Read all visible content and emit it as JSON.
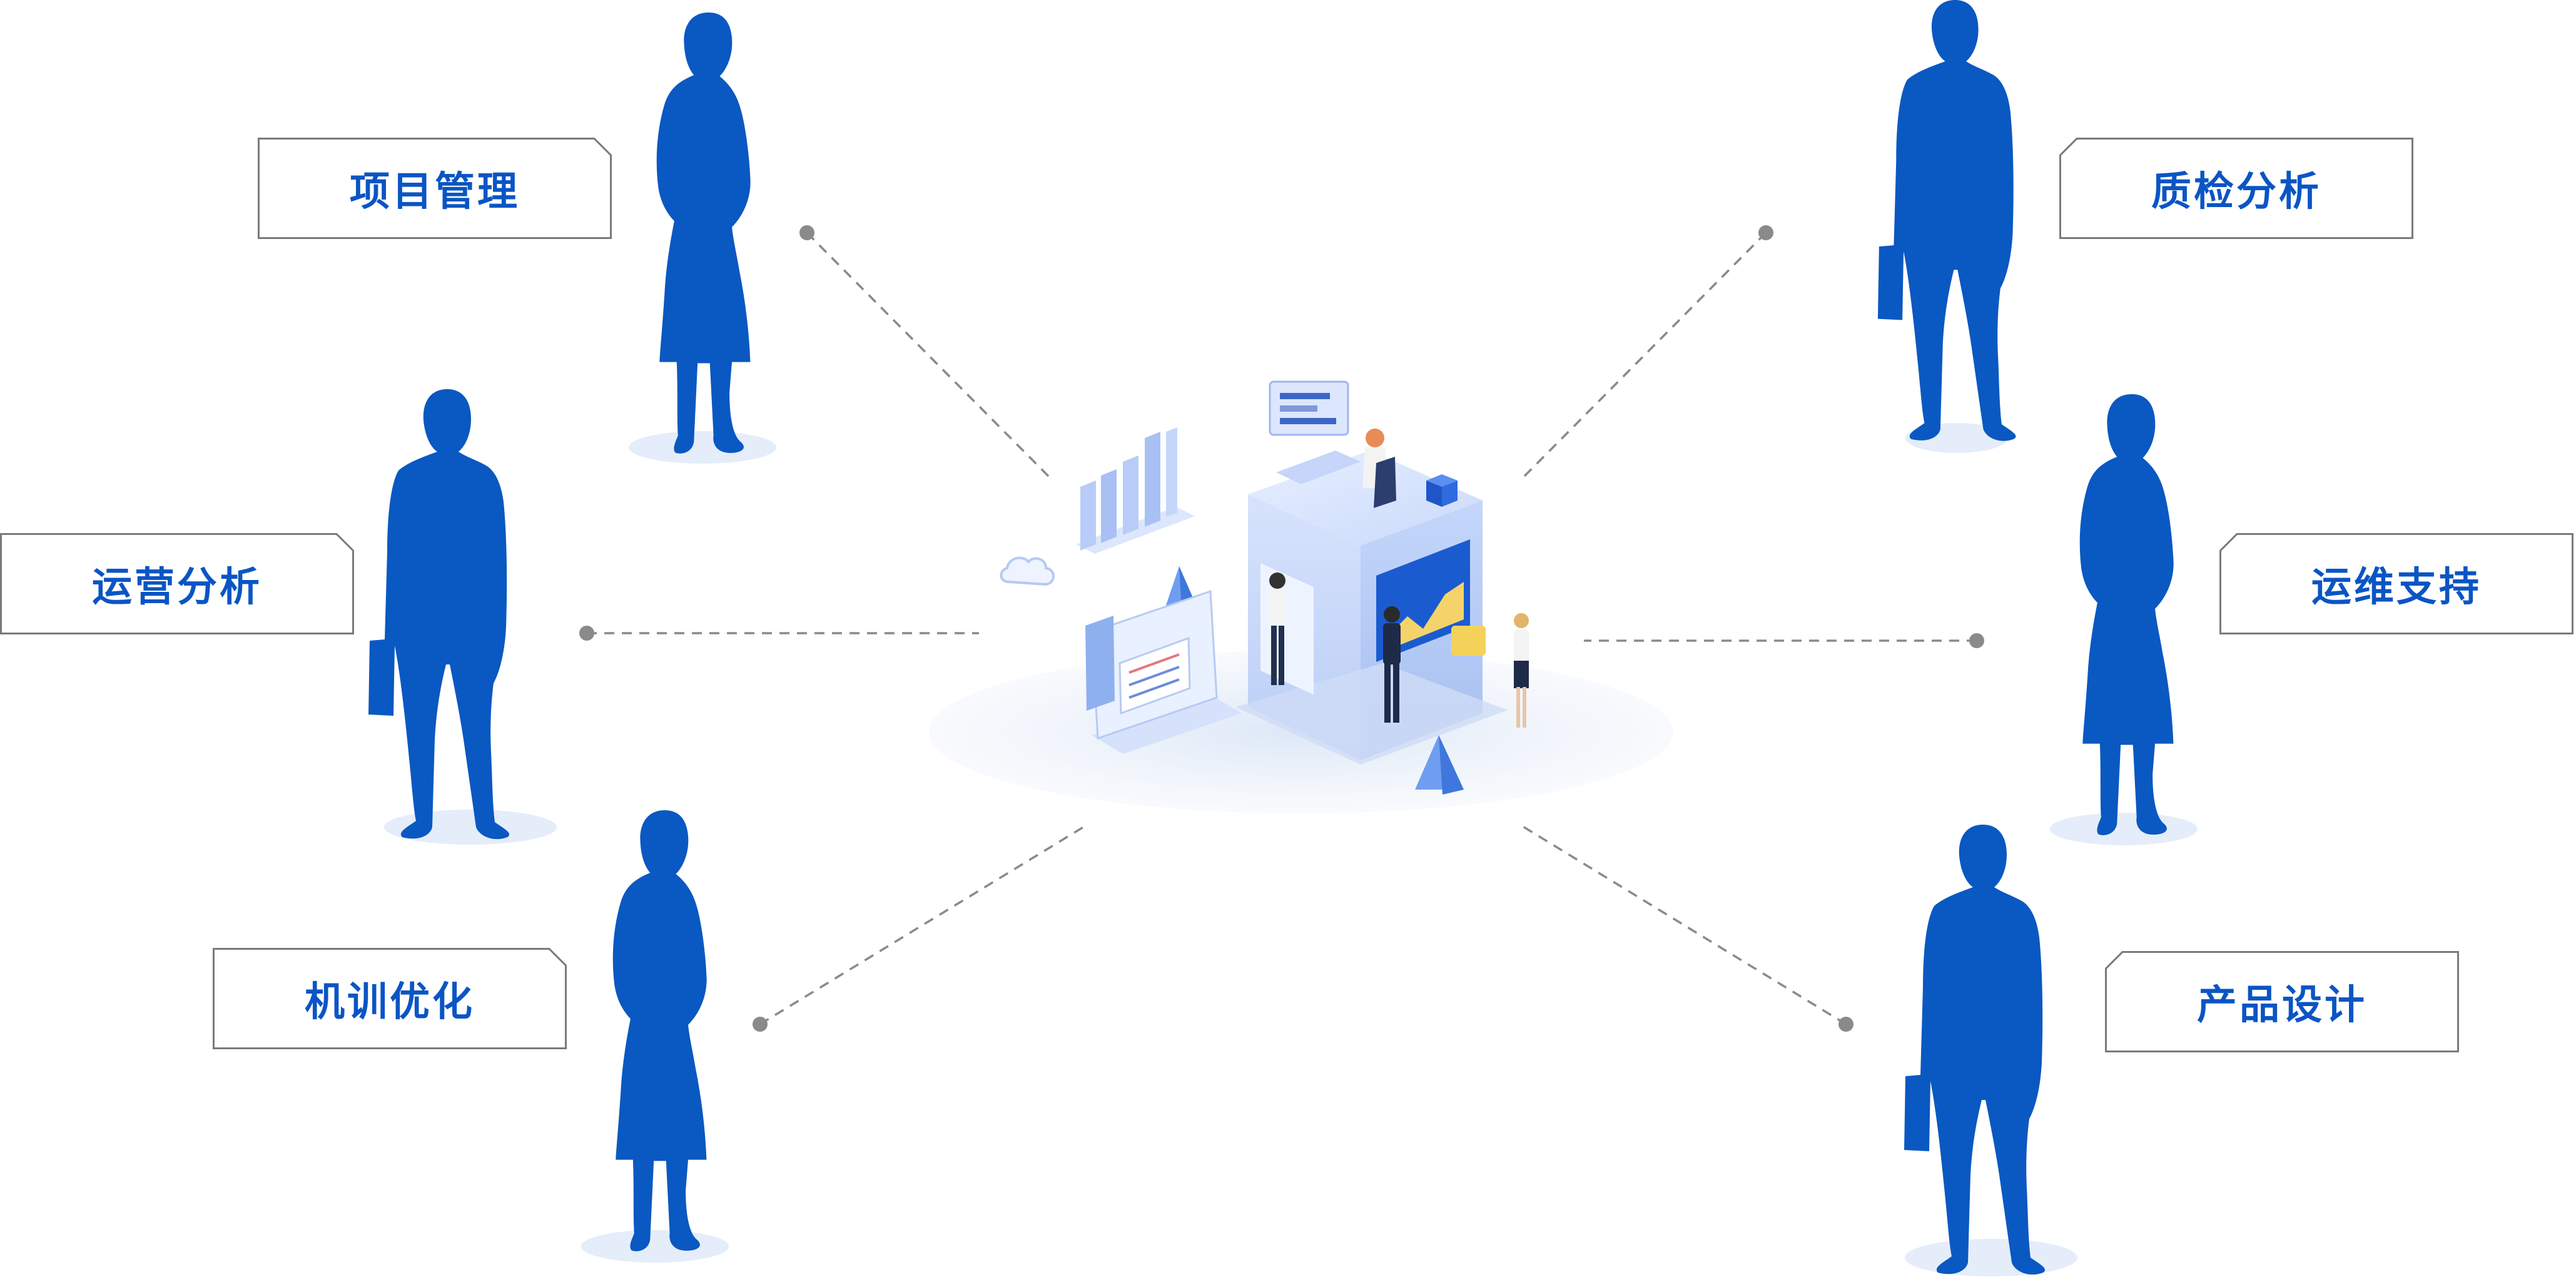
{
  "roles": [
    {
      "id": "project",
      "label": "项目管理"
    },
    {
      "id": "operations",
      "label": "运营分析"
    },
    {
      "id": "training",
      "label": "机训优化"
    },
    {
      "id": "quality",
      "label": "质检分析"
    },
    {
      "id": "maintenance",
      "label": "运维支持"
    },
    {
      "id": "product",
      "label": "产品设计"
    }
  ],
  "colors": {
    "accent": "#0a55c4",
    "silhouette": "#0a58c2",
    "connector": "#8a8a8a",
    "box_border": "#7a7a7a"
  },
  "icons": [
    "woman-silhouette",
    "man-with-briefcase-silhouette",
    "isometric-platform-illustration"
  ]
}
